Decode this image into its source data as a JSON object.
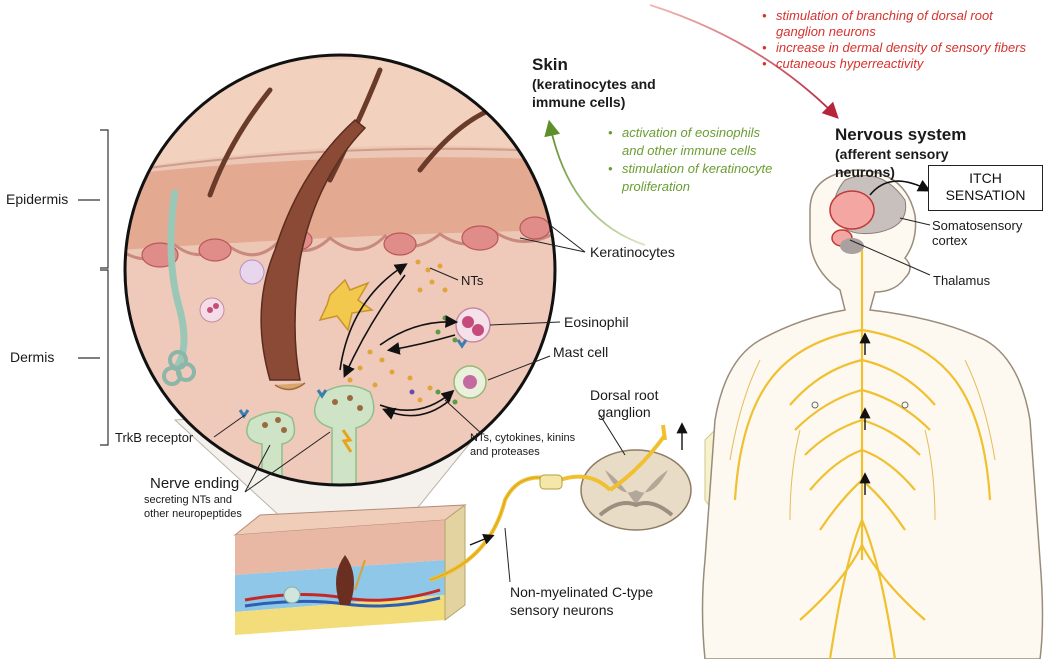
{
  "skin": {
    "title": "Skin",
    "subtitle_1": "(keratinocytes and",
    "subtitle_2": "immune cells)"
  },
  "nervous": {
    "title": "Nervous system",
    "subtitle_1": "(afferent sensory",
    "subtitle_2": "neurons)"
  },
  "red_effects": [
    "stimulation of branching of dorsal root",
    "ganglion neurons",
    "increase in dermal density of sensory fibers",
    "cutaneous hyperreactivity"
  ],
  "green_effects": [
    "activation of eosinophils",
    "and other immune cells",
    "stimulation of keratinocyte",
    "proliferation"
  ],
  "itch": {
    "line1": "ITCH",
    "line2": "SENSATION"
  },
  "labels": {
    "epidermis": "Epidermis",
    "dermis": "Dermis",
    "keratinocytes": "Keratinocytes",
    "nts": "NTs",
    "eosinophil": "Eosinophil",
    "mast_cell": "Mast cell",
    "trkb": "TrkB receptor",
    "nerve_ending": "Nerve ending",
    "secreting_1": "secreting NTs and",
    "secreting_2": "other neuropeptides",
    "nts_cytokines_1": "NTs, cytokines, kinins",
    "nts_cytokines_2": "and proteases",
    "drg_1": "Dorsal root",
    "drg_2": "ganglion",
    "c_type_1": "Non-myelinated C-type",
    "c_type_2": "sensory neurons",
    "somato_1": "Somatosensory",
    "somato_2": "cortex",
    "thalamus": "Thalamus"
  }
}
